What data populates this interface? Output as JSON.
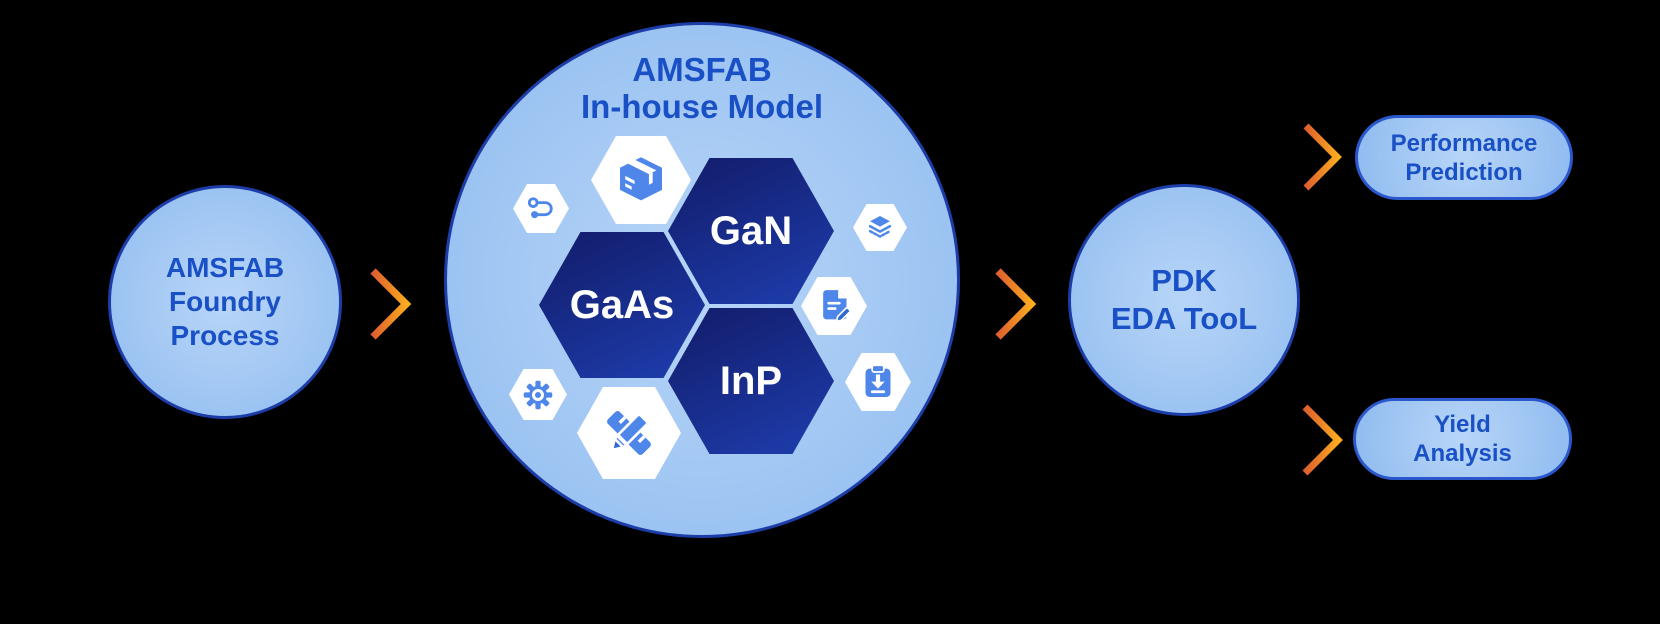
{
  "diagram": {
    "foundry": {
      "line1": "AMSFAB",
      "line2": "Foundry",
      "line3": "Process"
    },
    "inhouse": {
      "title_line1": "AMSFAB",
      "title_line2": "In-house Model",
      "materials": {
        "gan": "GaN",
        "gaas": "GaAs",
        "inp": "InP"
      },
      "icons": {
        "route": "route-flow-icon",
        "package": "package-box-icon",
        "layers": "layers-stack-icon",
        "document": "document-edit-icon",
        "clipboard": "clipboard-download-icon",
        "gear": "gear-icon",
        "design": "pencil-ruler-icon"
      }
    },
    "pdk": {
      "line1": "PDK",
      "line2": "EDA TooL"
    },
    "outputs": {
      "performance": {
        "line1": "Performance",
        "line2": "Prediction"
      },
      "yield": {
        "line1": "Yield",
        "line2": "Analysis"
      }
    },
    "colors": {
      "background": "#000000",
      "node_fill": "#a6caf4",
      "node_border": "#1c3da8",
      "pill_border": "#2a58cc",
      "text_blue": "#1a50c5",
      "hex_navy_top": "#131e6e",
      "hex_navy_bottom": "#1d3cab",
      "hex_text": "#ffffff",
      "icon_blue": "#4e87e9",
      "icon_blue_dark": "#2f69d6",
      "arrow_orange_start": "#dd5f2e",
      "arrow_orange_end": "#fbab1e"
    }
  }
}
